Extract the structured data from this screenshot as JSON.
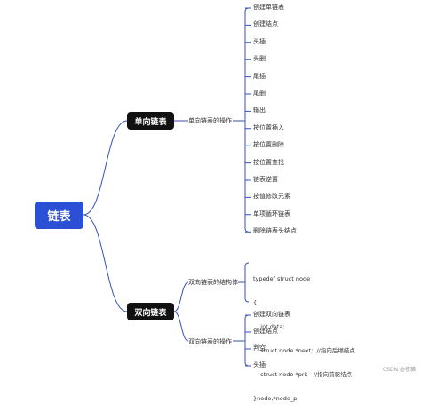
{
  "root": {
    "label": "链表"
  },
  "branches": [
    {
      "label": "单向链表",
      "subs": [
        {
          "label": "单向链表的操作",
          "items": [
            "创建单链表",
            "创建结点",
            "头插",
            "头删",
            "尾插",
            "尾删",
            "输出",
            "按位置插入",
            "按位置删除",
            "按位置查找",
            "链表逆置",
            "按值修改元素",
            "单项循环链表",
            "删除链表头结点"
          ]
        }
      ]
    },
    {
      "label": "双向链表",
      "subs": [
        {
          "label": "双向链表的结构体",
          "code": [
            "typedef struct node",
            "{",
            "    int data;",
            "    struct node *next;  //指向后继结点",
            "    struct node *pri;   //指向前驱结点",
            "}node,*node_p;"
          ]
        },
        {
          "label": "双向链表的操作",
          "items": [
            "创建双向链表",
            "创建结点",
            "判空",
            "头插"
          ]
        }
      ]
    }
  ],
  "watermark": "CSDN @夜猫",
  "colors": {
    "root_fill": "#2b50d6",
    "branch_fill": "#111111",
    "line": "#3652b8"
  }
}
